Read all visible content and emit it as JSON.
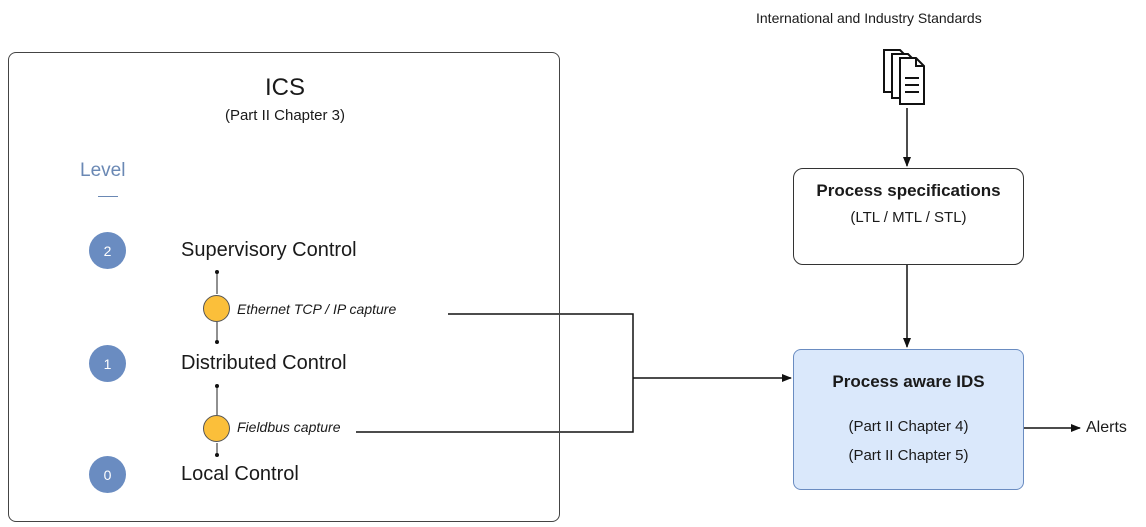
{
  "ics": {
    "title": "ICS",
    "subtitle": "(Part II Chapter  3)",
    "level_heading": "Level",
    "levels": [
      {
        "number": "2",
        "name": "Supervisory Control"
      },
      {
        "number": "1",
        "name": "Distributed Control"
      },
      {
        "number": "0",
        "name": "Local Control"
      }
    ],
    "captures": [
      {
        "label": "Ethernet TCP / IP capture"
      },
      {
        "label": "Fieldbus capture"
      }
    ]
  },
  "standards": {
    "label": "International and Industry Standards",
    "icon": "documents-icon"
  },
  "process_specs": {
    "title": "Process specifications",
    "subtitle": "(LTL / MTL / STL)"
  },
  "ids": {
    "title": "Process aware IDS",
    "refs": [
      "(Part II Chapter  4)",
      "(Part II Chapter  5)"
    ]
  },
  "output": {
    "label": "Alerts"
  },
  "colors": {
    "level_circle": "#6a8cc1",
    "capture_tap": "#fbbf3a",
    "ids_fill": "#dae8fb",
    "ids_border": "#6a8cc1",
    "level_heading": "#6a88b4"
  }
}
